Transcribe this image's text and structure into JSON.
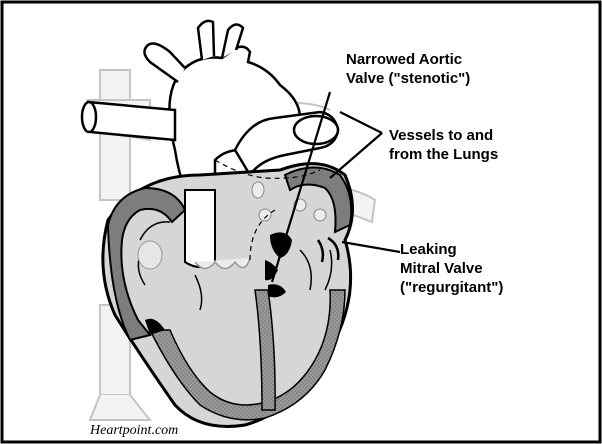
{
  "labels": {
    "aortic_line1": "Narrowed Aortic",
    "aortic_line2": "Valve (\"stenotic\")",
    "vessels_line1": "Vessels to and",
    "vessels_line2": "from the Lungs",
    "mitral_line1": "Leaking",
    "mitral_line2": "Mitral Valve",
    "mitral_line3": "(\"regurgitant\")"
  },
  "credit": "Heartpoint.com",
  "colors": {
    "frame": "#000000",
    "background": "#ffffff",
    "heart_fill": "#d9d9d9",
    "wall_fill": "#808080",
    "vessel_ghost": "#c8c8c8",
    "valve": "#000000"
  }
}
